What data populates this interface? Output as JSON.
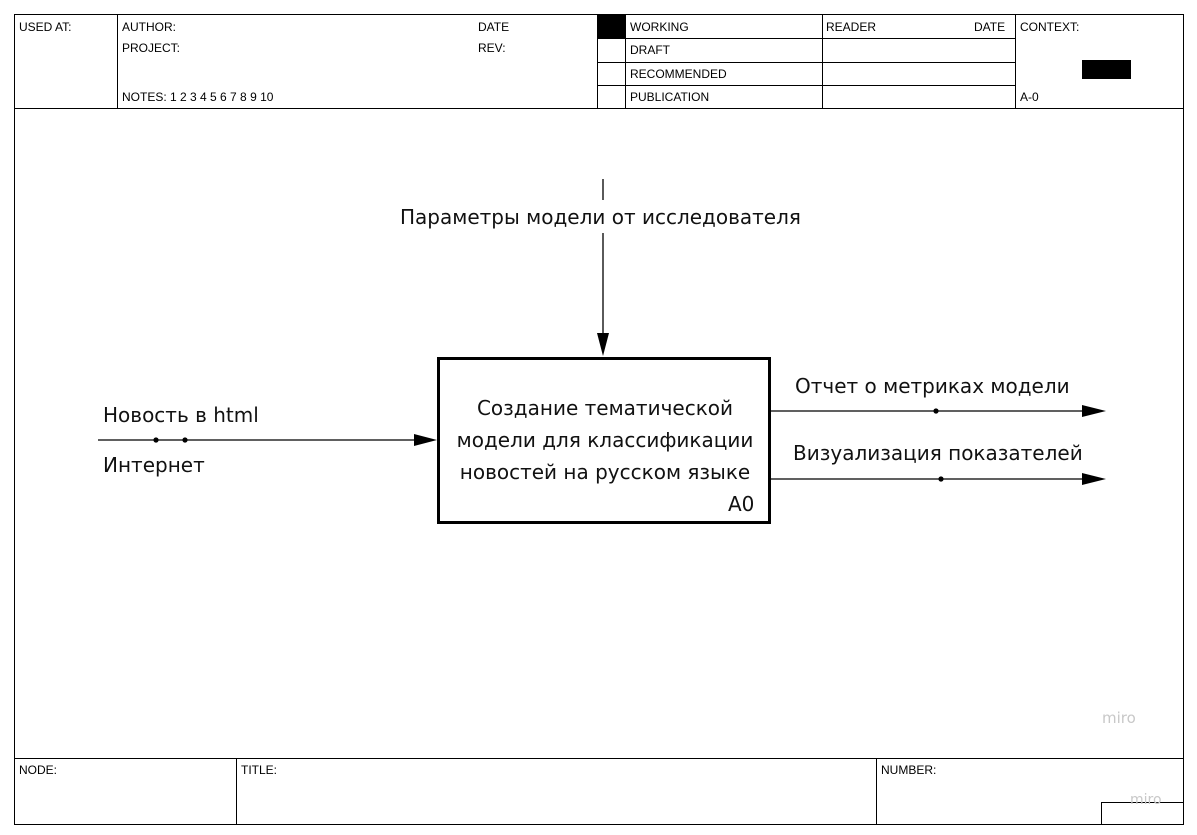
{
  "header": {
    "used_at": "USED AT:",
    "author": "AUTHOR:",
    "project": "PROJECT:",
    "date": "DATE",
    "rev": "REV:",
    "notes": "NOTES:  1  2  3  4  5  6  7  8  9  10",
    "status": [
      "WORKING",
      "DRAFT",
      "RECOMMENDED",
      "PUBLICATION"
    ],
    "reader": "READER",
    "reader_date": "DATE",
    "context": "CONTEXT:",
    "context_node": "A-0"
  },
  "diagram": {
    "control": "Параметры модели от исследователя",
    "input_top": "Новость в html",
    "input_bottom": "Интернет",
    "output_1": "Отчет о метриках модели",
    "output_2": "Визуализация показателей",
    "box_lines": [
      "Создание тематической",
      "модели для классификации",
      "новостей на русском языке"
    ],
    "box_node": "A0"
  },
  "footer": {
    "node": "NODE:",
    "title": "TITLE:",
    "number": "NUMBER:"
  },
  "watermark": "miro"
}
